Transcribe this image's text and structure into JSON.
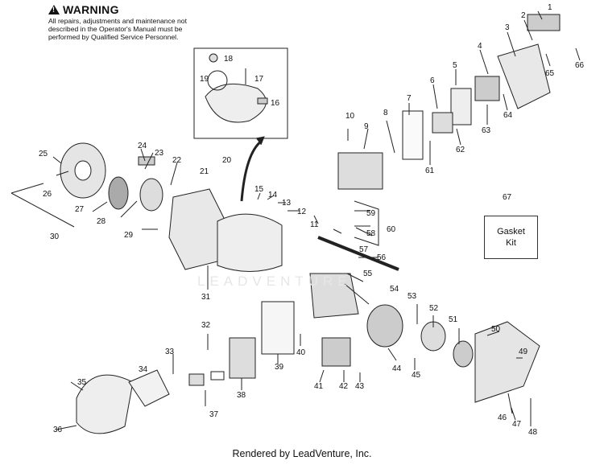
{
  "warning": {
    "title": "WARNING",
    "body": "All repairs, adjustments and maintenance not described in the Operator's Manual must be performed by Qualified Service Personnel."
  },
  "kit_box": {
    "number": "67",
    "label": "Gasket Kit"
  },
  "footer": "Rendered by LeadVenture, Inc.",
  "watermark": "LEADVENTURE",
  "callouts": [
    "1",
    "2",
    "3",
    "4",
    "5",
    "6",
    "7",
    "8",
    "9",
    "10",
    "11",
    "12",
    "13",
    "14",
    "15",
    "16",
    "17",
    "18",
    "19",
    "20",
    "21",
    "22",
    "23",
    "24",
    "25",
    "26",
    "27",
    "28",
    "29",
    "30",
    "31",
    "32",
    "33",
    "34",
    "35",
    "36",
    "37",
    "38",
    "39",
    "40",
    "41",
    "42",
    "43",
    "44",
    "45",
    "46",
    "47",
    "48",
    "49",
    "50",
    "51",
    "52",
    "53",
    "54",
    "55",
    "56",
    "57",
    "58",
    "59",
    "60",
    "61",
    "62",
    "63",
    "64",
    "65",
    "66"
  ]
}
